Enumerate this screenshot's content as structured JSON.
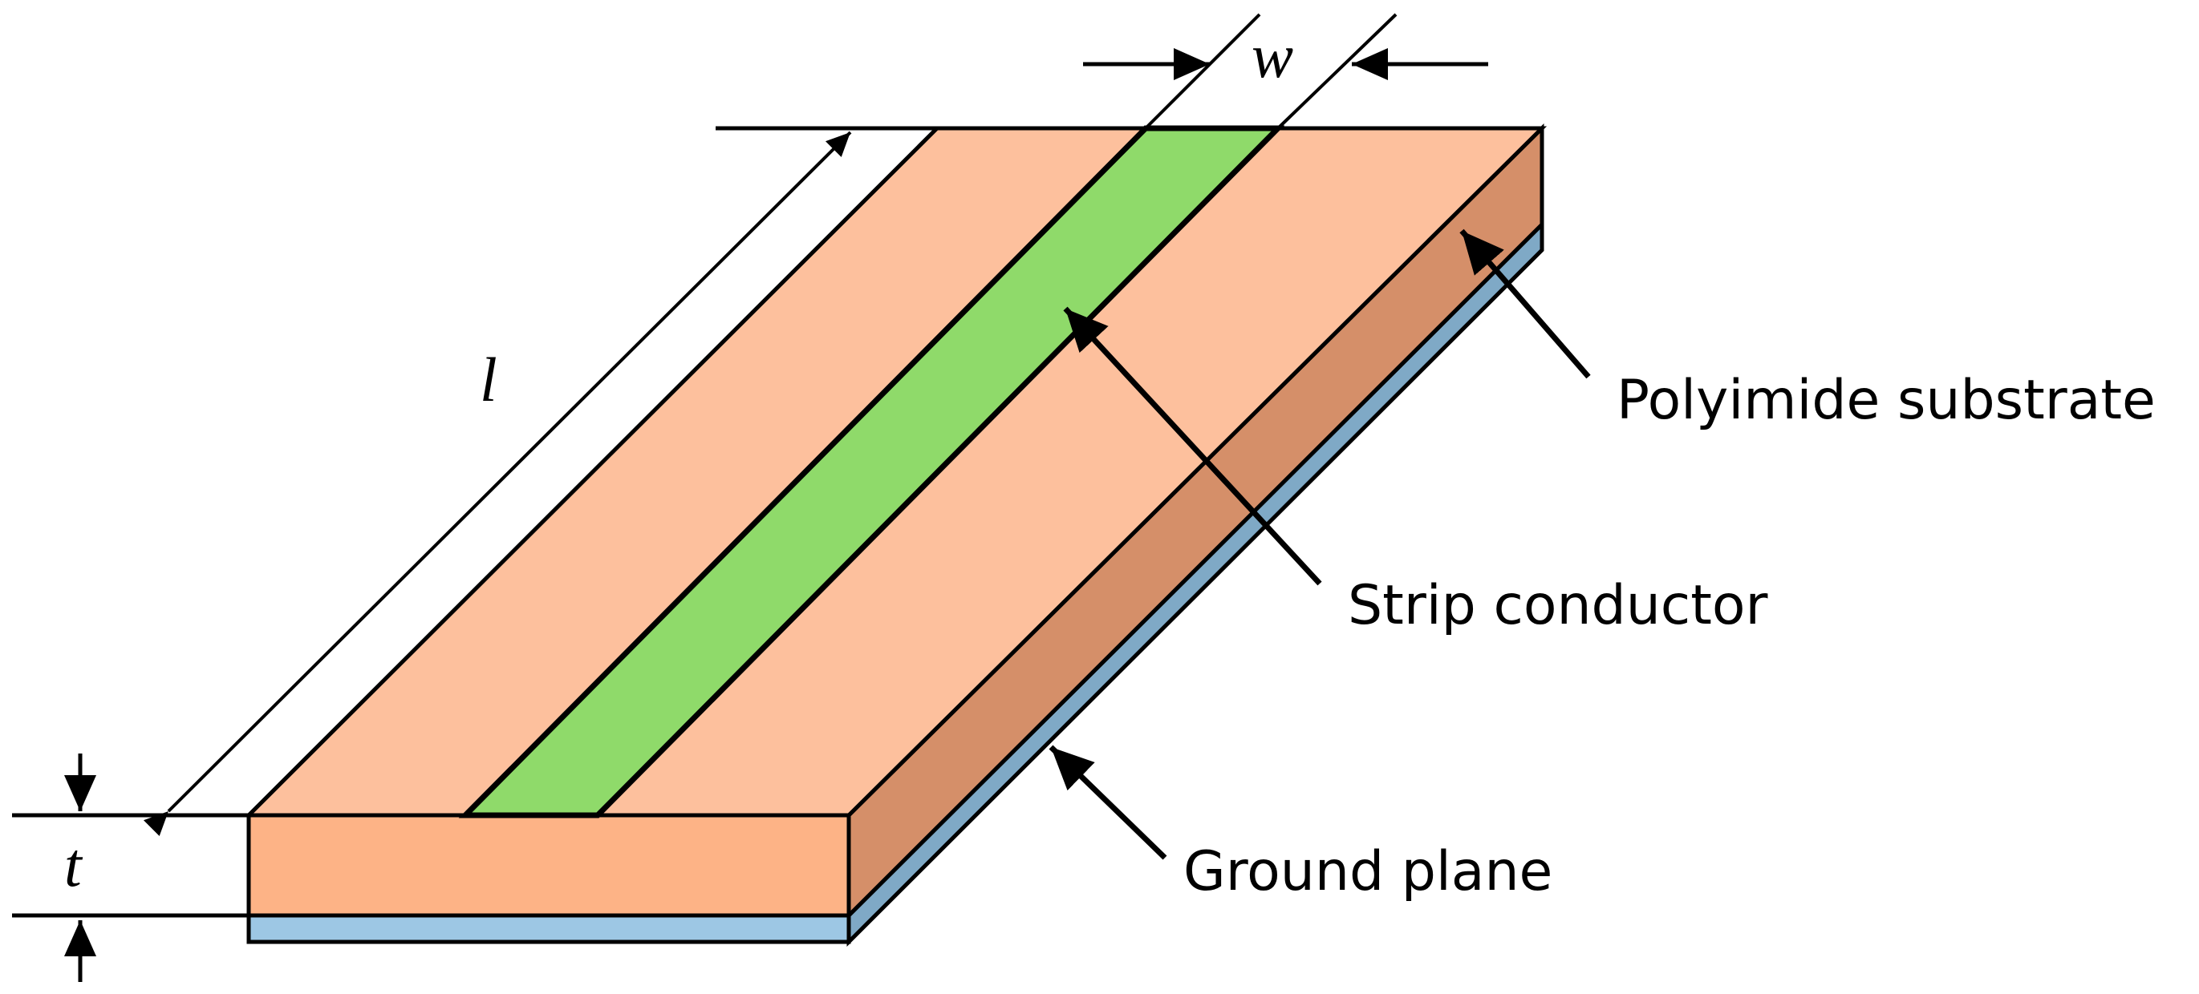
{
  "labels": {
    "length": "l",
    "width": "w",
    "thickness": "t",
    "substrate": "Polyimide substrate",
    "strip": "Strip conductor",
    "ground": "Ground plane"
  },
  "colors": {
    "substrate_top": "#FDC09D",
    "substrate_front": "#FDB386",
    "substrate_side": "#D58F69",
    "strip": "#8FDA6A",
    "ground": "#9DC7E4",
    "ground_side": "#7FA9C6",
    "line": "#000000",
    "background": "#FFFFFF"
  }
}
